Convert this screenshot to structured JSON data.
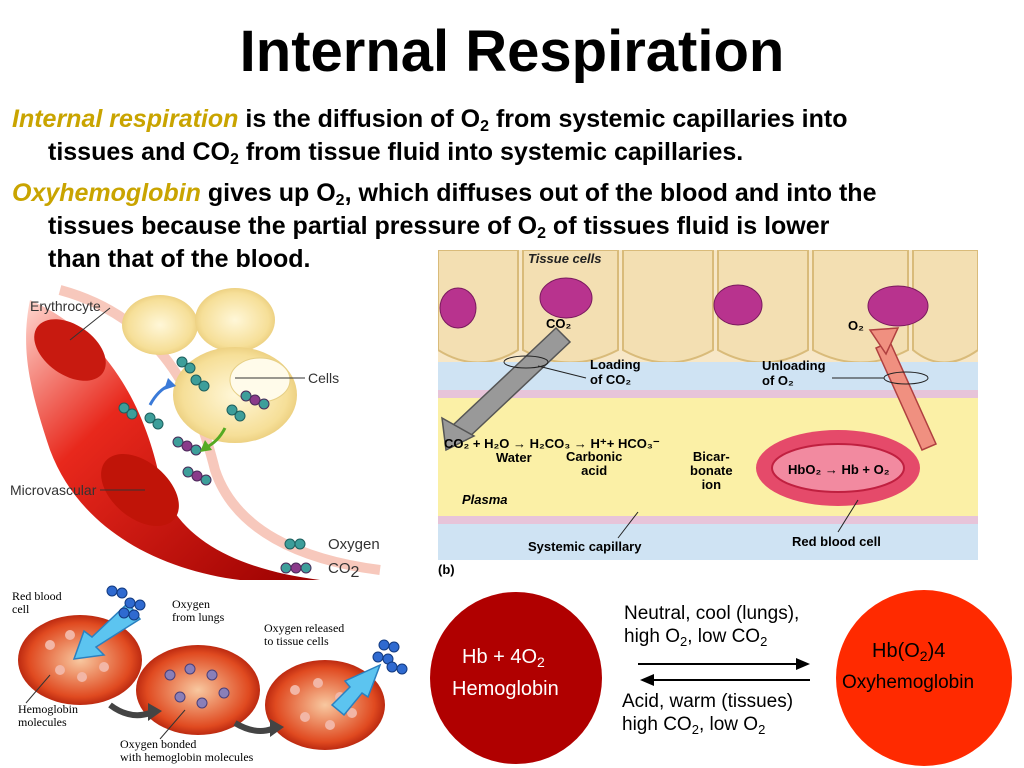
{
  "slide": {
    "title": "Internal Respiration",
    "para1": {
      "term": "Internal respiration",
      "t1": " is the diffusion of O",
      "s1": "2",
      "t2": " from systemic capillaries into",
      "t3": "tissues and CO",
      "s2": "2",
      "t4": " from tissue fluid into systemic capillaries."
    },
    "para2": {
      "term": "Oxyhemoglobin",
      "t1": " gives up O",
      "s1": "2",
      "t2": ", which diffuses out of the blood and into the",
      "t3": "tissues because the  partial pressure of O",
      "s2": "2",
      "t4": " of tissues fluid is lower",
      "t5": "than that of the blood."
    }
  },
  "fig_left": {
    "erythrocyte": "Erythrocyte",
    "cells": "Cells",
    "microvascular": "Microvascular",
    "legend_oxygen": "Oxygen",
    "legend_co2": "CO",
    "legend_co2_sub": "2"
  },
  "fig_right": {
    "tissue_cells": "Tissue cells",
    "co2": "CO₂",
    "o2": "O₂",
    "loading1": "Loading",
    "loading2": "of CO₂",
    "unloading1": "Unloading",
    "unloading2": "of O₂",
    "equation": "CO₂ + H₂O → H₂CO₃ → H⁺+ HCO₃⁻",
    "water": "Water",
    "carbonic1": "Carbonic",
    "carbonic2": "acid",
    "bicar1": "Bicar-",
    "bicar2": "bonate",
    "bicar3": "ion",
    "hbo2": "HbO₂  → Hb + O₂",
    "plasma": "Plasma",
    "systemic": "Systemic capillary",
    "rbc": "Red blood cell",
    "panel": "(b)"
  },
  "fig_bottom_left": {
    "rbc1": "Red blood",
    "rbc2": "cell",
    "oxlungs1": "Oxygen",
    "oxlungs2": "from lungs",
    "released1": "Oxygen released",
    "released2": "to tissue cells",
    "hemo1": "Hemoglobin",
    "hemo2": "molecules",
    "bonded1": "Oxygen bonded",
    "bonded2": "with hemoglobin molecules"
  },
  "fig_bottom_right": {
    "hb1": "Hb + 4O",
    "hb1_sub": "2",
    "hb2": "Hemoglobin",
    "oxy1": "Hb(O",
    "oxy1_sub": "2",
    "oxy1_end": ")4",
    "oxy2": "Oxyhemoglobin",
    "top1": "Neutral, cool (lungs),",
    "top2a": "high O",
    "top2b": "2",
    "top2c": ", low CO",
    "top2d": "2",
    "bot1": "Acid, warm (tissues)",
    "bot2a": "high CO",
    "bot2b": "2",
    "bot2c": ", low O",
    "bot2d": "2"
  },
  "colors": {
    "term": "#c9a400",
    "blood": "#b00000",
    "oxy": "#ff2a00"
  }
}
